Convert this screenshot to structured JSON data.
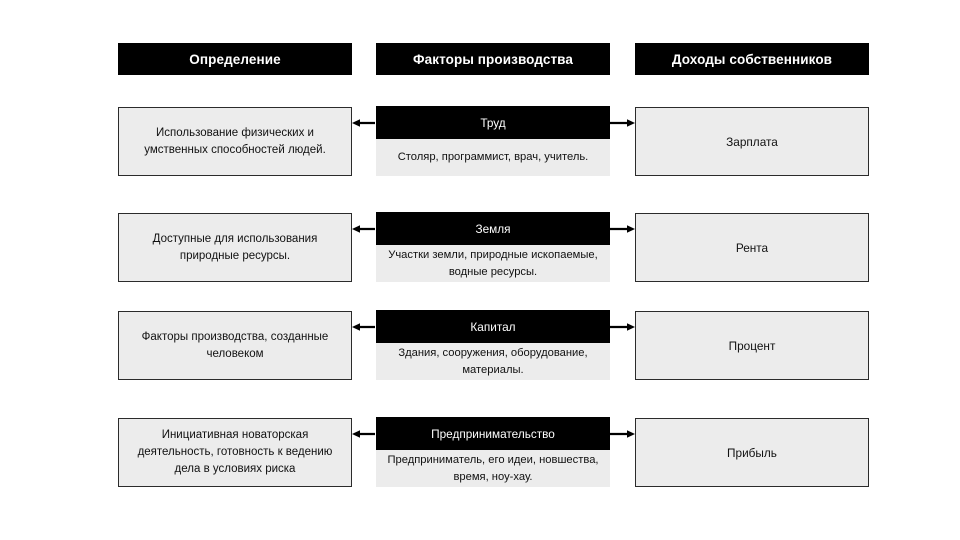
{
  "headers": {
    "definition": "Определение",
    "factors": "Факторы производства",
    "income": "Доходы собственников"
  },
  "rows": [
    {
      "definition": "Использование физических и умственных способностей людей.",
      "factor_title": "Труд",
      "factor_examples": "Столяр, программист, врач, учитель.",
      "income": "Зарплата"
    },
    {
      "definition": "Доступные для использования природные ресурсы.",
      "factor_title": "Земля",
      "factor_examples": "Участки земли, природные ископаемые, водные ресурсы.",
      "income": "Рента"
    },
    {
      "definition": "Факторы производства, созданные человеком",
      "factor_title": "Капитал",
      "factor_examples": "Здания, сооружения, оборудование, материалы.",
      "income": "Процент"
    },
    {
      "definition": "Инициативная новаторская деятельность, готовность к ведению дела в условиях риска",
      "factor_title": "Предпринимательство",
      "factor_examples": "Предприниматель, его идеи, новшества, время, ноу-хау.",
      "income": "Прибыль"
    }
  ],
  "colors": {
    "header_bg": "#000000",
    "header_text": "#ffffff",
    "box_bg": "#ececec",
    "box_border": "#2b2b2b",
    "body_text": "#111111",
    "arrow": "#000000",
    "page_bg": "#ffffff"
  }
}
